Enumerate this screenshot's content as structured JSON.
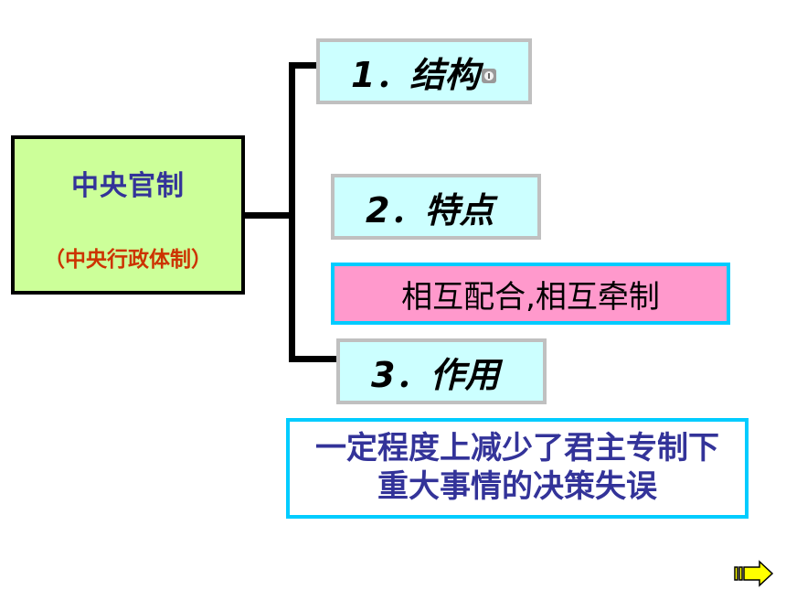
{
  "root": {
    "title": "中央官制",
    "subtitle": "（中央行政体制）"
  },
  "branches": [
    {
      "label": "1．结构"
    },
    {
      "label": "2．特点",
      "detail": "相互配合,相互牵制"
    },
    {
      "label": "3．作用",
      "detail_lines": [
        "一定程度上减少了君主专制下",
        "重大事情的决策失误"
      ]
    }
  ],
  "colors": {
    "root_fill": "#ccff99",
    "heading_fill": "#ccffff",
    "detail_fill": "#ff99cc",
    "detail_border": "#00ccff",
    "title_text": "#333399",
    "subtitle_text": "#cc3300",
    "arrow_fill": "#ffff00"
  },
  "icons": [
    "info-icon",
    "next-arrow-icon"
  ]
}
